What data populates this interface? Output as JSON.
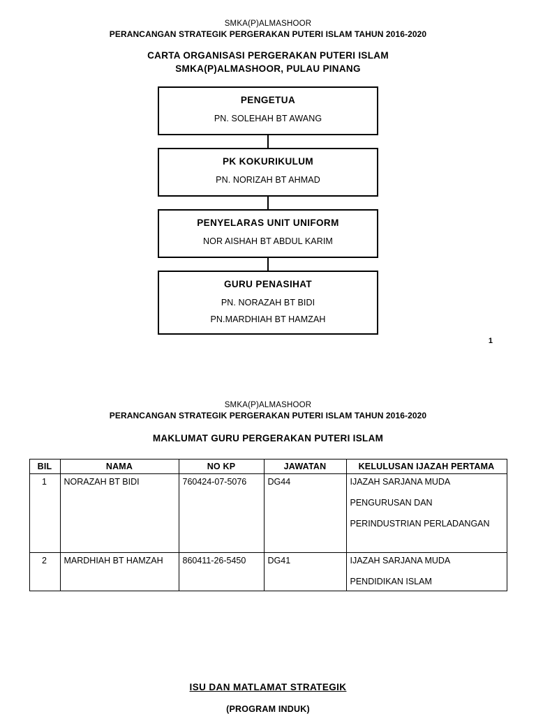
{
  "section1": {
    "school": "SMKA(P)ALMASHOOR",
    "plan_line": "PERANCANGAN STRATEGIK PERGERAKAN PUTERI ISLAM TAHUN 2016-2020",
    "chart_title_1": "CARTA ORGANISASI PERGERAKAN PUTERI ISLAM",
    "chart_title_2": "SMKA(P)ALMASHOOR, PULAU PINANG",
    "page_number": "1",
    "nodes": [
      {
        "title": "PENGETUA",
        "names": [
          "PN. SOLEHAH BT AWANG"
        ]
      },
      {
        "title": "PK KOKURIKULUM",
        "names": [
          "PN. NORIZAH BT AHMAD"
        ]
      },
      {
        "title": "PENYELARAS UNIT UNIFORM",
        "names": [
          "NOR AISHAH BT ABDUL KARIM"
        ]
      },
      {
        "title": "GURU PENASIHAT",
        "names": [
          "PN. NORAZAH BT BIDI",
          "PN.MARDHIAH BT HAMZAH"
        ]
      }
    ]
  },
  "section2": {
    "school": "SMKA(P)ALMASHOOR",
    "plan_line": "PERANCANGAN STRATEGIK PERGERAKAN PUTERI ISLAM TAHUN 2016-2020",
    "table_title": "MAKLUMAT GURU PERGERAKAN PUTERI ISLAM",
    "columns": [
      "BIL",
      "NAMA",
      "NO KP",
      "JAWATAN",
      "KELULUSAN IJAZAH PERTAMA"
    ],
    "rows": [
      {
        "bil": "1",
        "nama": "NORAZAH BT BIDI",
        "no_kp": "760424-07-5076",
        "jawatan": "DG44",
        "kelulusan": [
          "IJAZAH SARJANA MUDA",
          "PENGURUSAN DAN",
          "PERINDUSTRIAN PERLADANGAN"
        ]
      },
      {
        "bil": "2",
        "nama": "MARDHIAH BT HAMZAH",
        "no_kp": "860411-26-5450",
        "jawatan": "DG41",
        "kelulusan": [
          "IJAZAH SARJANA MUDA",
          "PENDIDIKAN ISLAM"
        ]
      }
    ]
  },
  "section3": {
    "isu": "ISU DAN MATLAMAT STRATEGIK",
    "program": "(PROGRAM INDUK)"
  }
}
